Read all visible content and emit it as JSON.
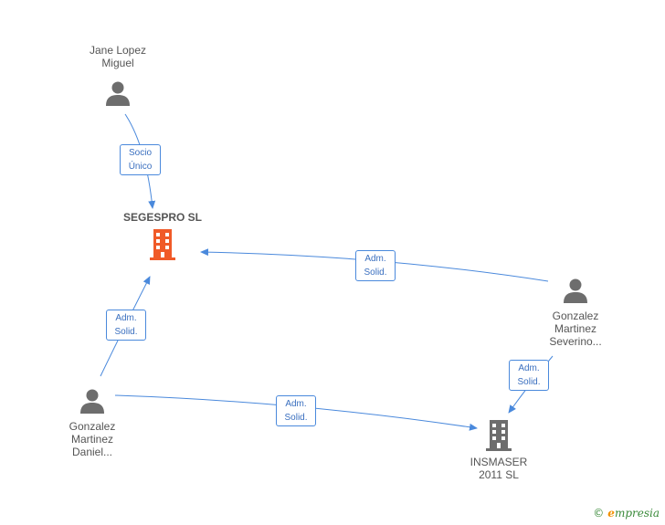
{
  "nodes": {
    "jane": {
      "name_lines": [
        "Jane Lopez",
        "Miguel"
      ]
    },
    "segespro": {
      "name_lines": [
        "SEGESPRO SL"
      ]
    },
    "severino": {
      "name_lines": [
        "Gonzalez",
        "Martinez",
        "Severino..."
      ]
    },
    "daniel": {
      "name_lines": [
        "Gonzalez",
        "Martinez",
        "Daniel..."
      ]
    },
    "insmaser": {
      "name_lines": [
        "INSMASER",
        "2011 SL"
      ]
    }
  },
  "edges": [
    {
      "from": "jane",
      "to": "segespro",
      "label_lines": [
        "Socio",
        "Único"
      ]
    },
    {
      "from": "severino",
      "to": "segespro",
      "label_lines": [
        "Adm.",
        "Solid."
      ]
    },
    {
      "from": "daniel",
      "to": "segespro",
      "label_lines": [
        "Adm.",
        "Solid."
      ]
    },
    {
      "from": "severino",
      "to": "insmaser",
      "label_lines": [
        "Adm.",
        "Solid."
      ]
    },
    {
      "from": "daniel",
      "to": "insmaser",
      "label_lines": [
        "Adm.",
        "Solid."
      ]
    }
  ],
  "colors": {
    "edge": "#4a89dc",
    "person": "#6d6d6d",
    "company_main": "#f05a28",
    "company": "#6d6d6d"
  },
  "brand": {
    "copyright": "©",
    "initial": "e",
    "rest": "mpresia"
  }
}
